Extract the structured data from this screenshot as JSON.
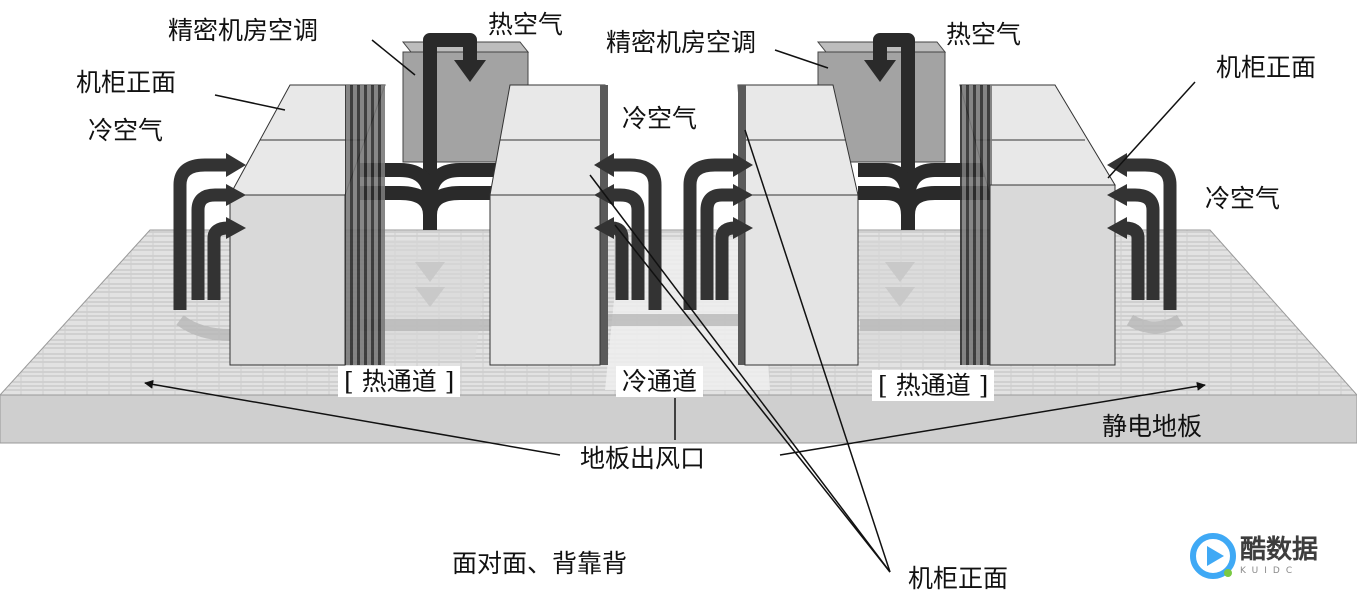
{
  "labels": {
    "crac_left": "精密机房空调",
    "crac_right": "精密机房空调",
    "hot_air_left": "热空气",
    "hot_air_right": "热空气",
    "cabinet_front_left": "机柜正面",
    "cabinet_front_right": "机柜正面",
    "cabinet_front_bottom": "机柜正面",
    "cold_air_left": "冷空气",
    "cold_air_center": "冷空气",
    "cold_air_right": "冷空气",
    "hot_aisle_left": "[ 热通道 ]",
    "cold_aisle": "冷通道",
    "hot_aisle_right": "[ 热通道 ]",
    "raised_floor": "静电地板",
    "floor_vent": "地板出风口",
    "layout_caption": "面对面、背靠背"
  },
  "watermark": {
    "name": "酷数据",
    "sub": "KUIDC",
    "color": "#3fa9f5"
  }
}
